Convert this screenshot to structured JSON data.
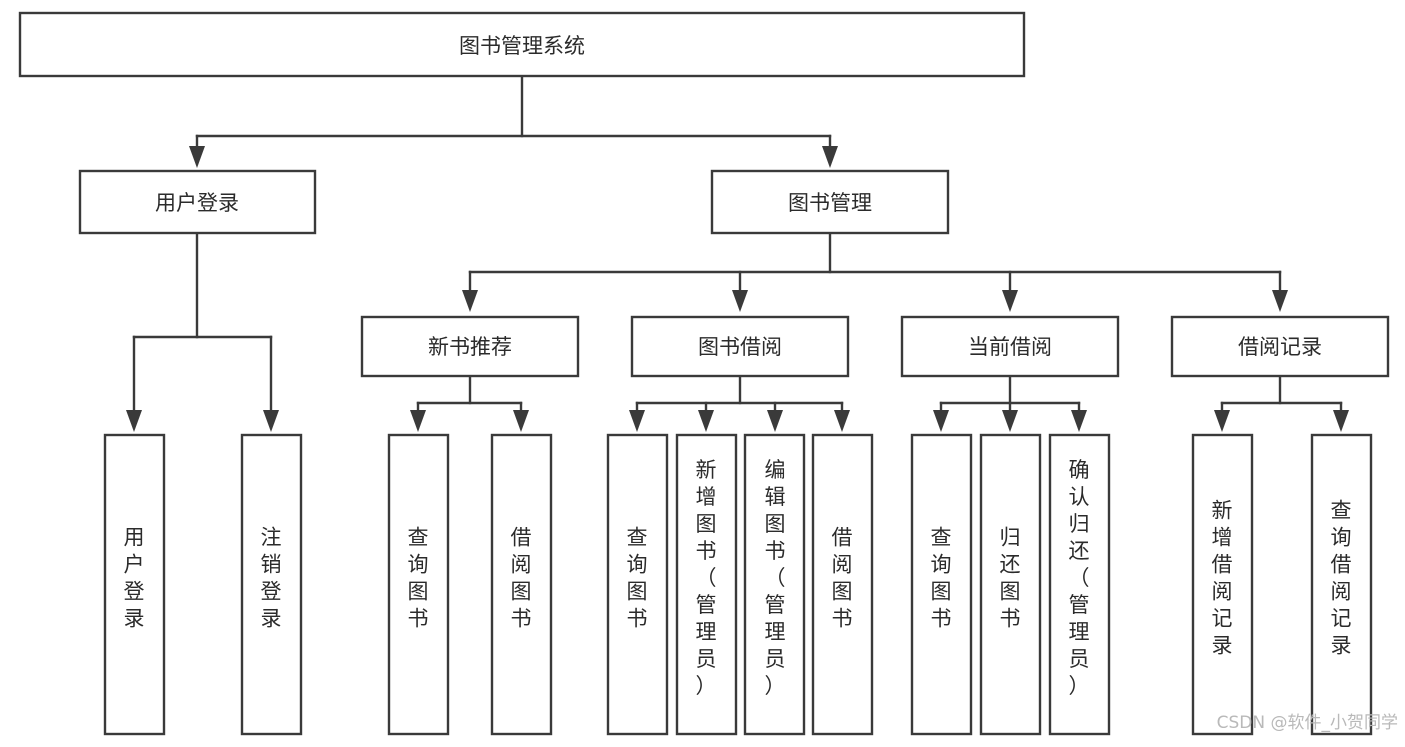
{
  "diagram": {
    "title": "图书管理系统",
    "type": "tree-hierarchy",
    "root": {
      "id": "root",
      "label": "图书管理系统",
      "orientation": "horizontal"
    },
    "level2": [
      {
        "id": "user-login",
        "label": "用户登录",
        "orientation": "horizontal"
      },
      {
        "id": "book-admin",
        "label": "图书管理",
        "orientation": "horizontal"
      }
    ],
    "level3": [
      {
        "id": "new-book-rec",
        "label": "新书推荐",
        "orientation": "horizontal",
        "parent": "book-admin"
      },
      {
        "id": "book-borrow",
        "label": "图书借阅",
        "orientation": "horizontal",
        "parent": "book-admin"
      },
      {
        "id": "current-borrow",
        "label": "当前借阅",
        "orientation": "horizontal",
        "parent": "book-admin"
      },
      {
        "id": "borrow-record",
        "label": "借阅记录",
        "orientation": "horizontal",
        "parent": "book-admin"
      }
    ],
    "leaves": [
      {
        "id": "leaf-user-login",
        "label": "用户登录",
        "orientation": "vertical",
        "parent": "user-login"
      },
      {
        "id": "leaf-user-logout",
        "label": "注销登录",
        "orientation": "vertical",
        "parent": "user-login"
      },
      {
        "id": "leaf-query-book-1",
        "label": "查询图书",
        "orientation": "vertical",
        "parent": "new-book-rec"
      },
      {
        "id": "leaf-borrow-book-1",
        "label": "借阅图书",
        "orientation": "vertical",
        "parent": "new-book-rec"
      },
      {
        "id": "leaf-query-book-2",
        "label": "查询图书",
        "orientation": "vertical",
        "parent": "book-borrow"
      },
      {
        "id": "leaf-add-book",
        "label": "新增图书（管理员）",
        "orientation": "vertical",
        "parent": "book-borrow"
      },
      {
        "id": "leaf-edit-book",
        "label": "编辑图书（管理员）",
        "orientation": "vertical",
        "parent": "book-borrow"
      },
      {
        "id": "leaf-borrow-book-2",
        "label": "借阅图书",
        "orientation": "vertical",
        "parent": "book-borrow"
      },
      {
        "id": "leaf-query-book-3",
        "label": "查询图书",
        "orientation": "vertical",
        "parent": "current-borrow"
      },
      {
        "id": "leaf-return-book",
        "label": "归还图书",
        "orientation": "vertical",
        "parent": "current-borrow"
      },
      {
        "id": "leaf-confirm-return",
        "label": "确认归还（管理员）",
        "orientation": "vertical",
        "parent": "current-borrow"
      },
      {
        "id": "leaf-add-record",
        "label": "新增借阅记录",
        "orientation": "vertical",
        "parent": "borrow-record"
      },
      {
        "id": "leaf-query-record",
        "label": "查询借阅记录",
        "orientation": "vertical",
        "parent": "borrow-record"
      }
    ],
    "colors": {
      "stroke": "#3a3a3a",
      "fill": "#ffffff",
      "text": "#2b2b2b",
      "background": "#ffffff",
      "watermark": "#b9b9b9"
    }
  },
  "watermark": {
    "label": "CSDN @软件_小贺同学"
  }
}
